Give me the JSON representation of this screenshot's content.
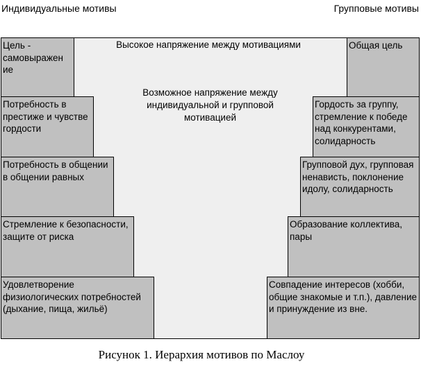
{
  "headers": {
    "left": "Индивидуальные мотивы",
    "right": "Групповые мотивы"
  },
  "center": {
    "high_tension": "Высокое напряжение между мотивациями",
    "possible_tension": "Возможное напряжение между индивидуальной и групповой мотивацией"
  },
  "individual": [
    "Цель - самовыражен ие",
    "Потребность в престиже и чувстве гордости",
    "Потребность в общении в общении равных",
    "Стремление к безопасности, защите от риска",
    "Удовлетворение физиологических потребностей (дыхание, пища, жильё)"
  ],
  "group": [
    "Общая цель",
    "Гордость за группу, стремление к победе над конкурентами, солидарность",
    "Групповой дух, групповая ненависть, поклонение идолу, солидарность",
    "Образование коллектива, пары",
    "Совпадение интересов (хобби, общие знакомые и т.п.), давление и принуждение из вне."
  ],
  "caption": "Рисунок 1. Иерархия мотивов по Маслоу",
  "colors": {
    "block": "#c0c0c0",
    "background": "#efefef",
    "border": "#000000"
  }
}
